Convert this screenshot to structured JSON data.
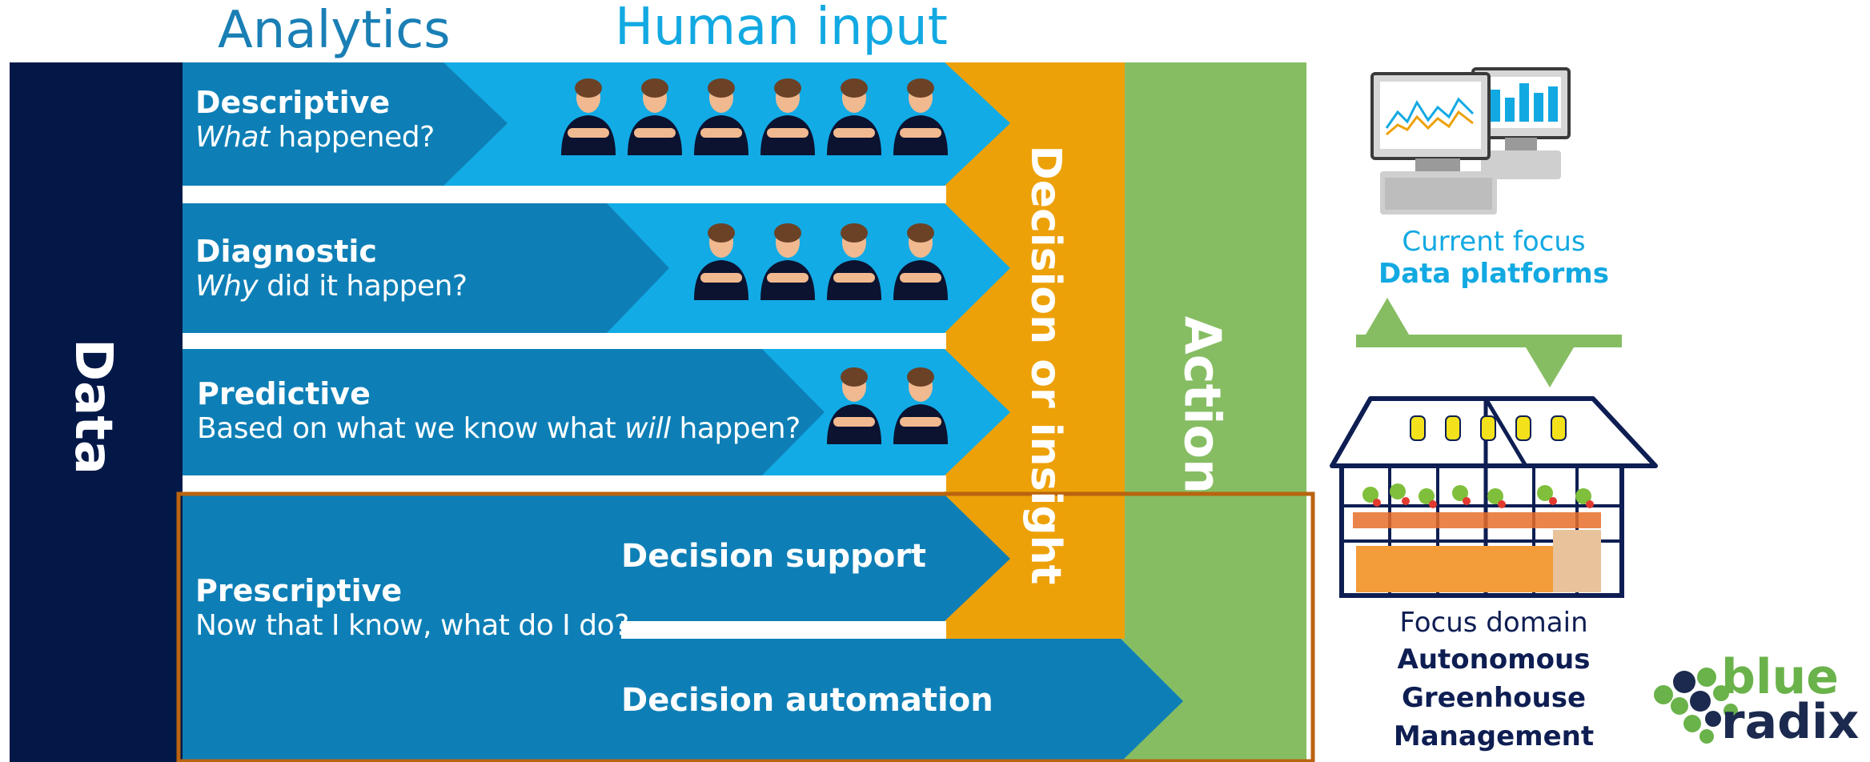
{
  "headers": {
    "analytics": "Analytics",
    "human_input": "Human input"
  },
  "columns": {
    "data": "Data",
    "decision": "Decision or insight",
    "action": "Action"
  },
  "rows": [
    {
      "title": "Descriptive",
      "q_italic": "What",
      "q_rest": " happened?",
      "people": 6
    },
    {
      "title": "Diagnostic",
      "q_italic": "Why",
      "q_rest": " did it happen?",
      "people": 4
    },
    {
      "title": "Predictive",
      "q_pre": "Based on what we know what ",
      "q_italic": "will",
      "q_rest": " happen?",
      "people": 2
    }
  ],
  "prescriptive": {
    "title": "Prescriptive",
    "question": "Now that I know, what do I do?",
    "support": "Decision support",
    "automation": "Decision automation"
  },
  "sidebar": {
    "current_focus": "Current focus",
    "data_platforms": "Data platforms",
    "focus_domain": "Focus domain",
    "domain_line1": "Autonomous",
    "domain_line2": "Greenhouse",
    "domain_line3": "Management"
  },
  "logo": {
    "line1": "blue",
    "line2": "radix"
  },
  "colors": {
    "navy": "#041848",
    "mid_blue": "#0e7fb6",
    "light_blue": "#12abe6",
    "orange": "#eda109",
    "green": "#86bd63",
    "frame": "#b9640f",
    "header_blue": "#1a7fb5",
    "cyan_text": "#12a9e2",
    "logo_green": "#6ab24a",
    "logo_navy": "#1b2a4e"
  }
}
